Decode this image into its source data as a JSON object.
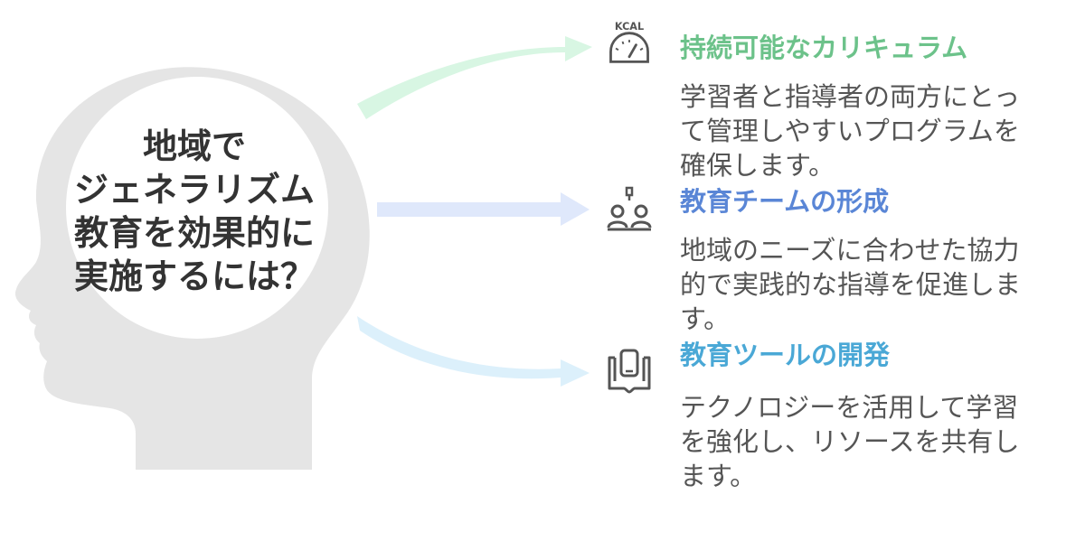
{
  "question": {
    "lines": [
      "地域で",
      "ジェネラリズム",
      "教育を効果的に",
      "実施するには？"
    ]
  },
  "items": [
    {
      "title": "持続可能なカリキュラム",
      "desc_lines": [
        "学習者と指導者の両方にとっ",
        "て管理しやすいプログラムを",
        "確保します。"
      ],
      "icon_label": "KCAL",
      "icon": "gauge-icon",
      "color": "#6cc28a"
    },
    {
      "title": "教育チームの形成",
      "desc_lines": [
        "地域のニーズに合わせた協力",
        "的で実践的な指導を促進しま",
        "す。"
      ],
      "icon": "team-icon",
      "color": "#5a86d6"
    },
    {
      "title": "教育ツールの開発",
      "desc_lines": [
        "テクノロジーを活用して学習",
        "を強化し、リソースを共有し",
        "ます。"
      ],
      "icon": "device-book-icon",
      "color": "#4aa8d6"
    }
  ],
  "colors": {
    "head": "#e5e5e5",
    "head_inner": "#ffffff",
    "arrow_green": "#d8f6e3",
    "arrow_blue": "#dfe8fb",
    "arrow_lightblue": "#dcf0fb",
    "text_dark": "#333333",
    "icon_stroke": "#555555"
  }
}
